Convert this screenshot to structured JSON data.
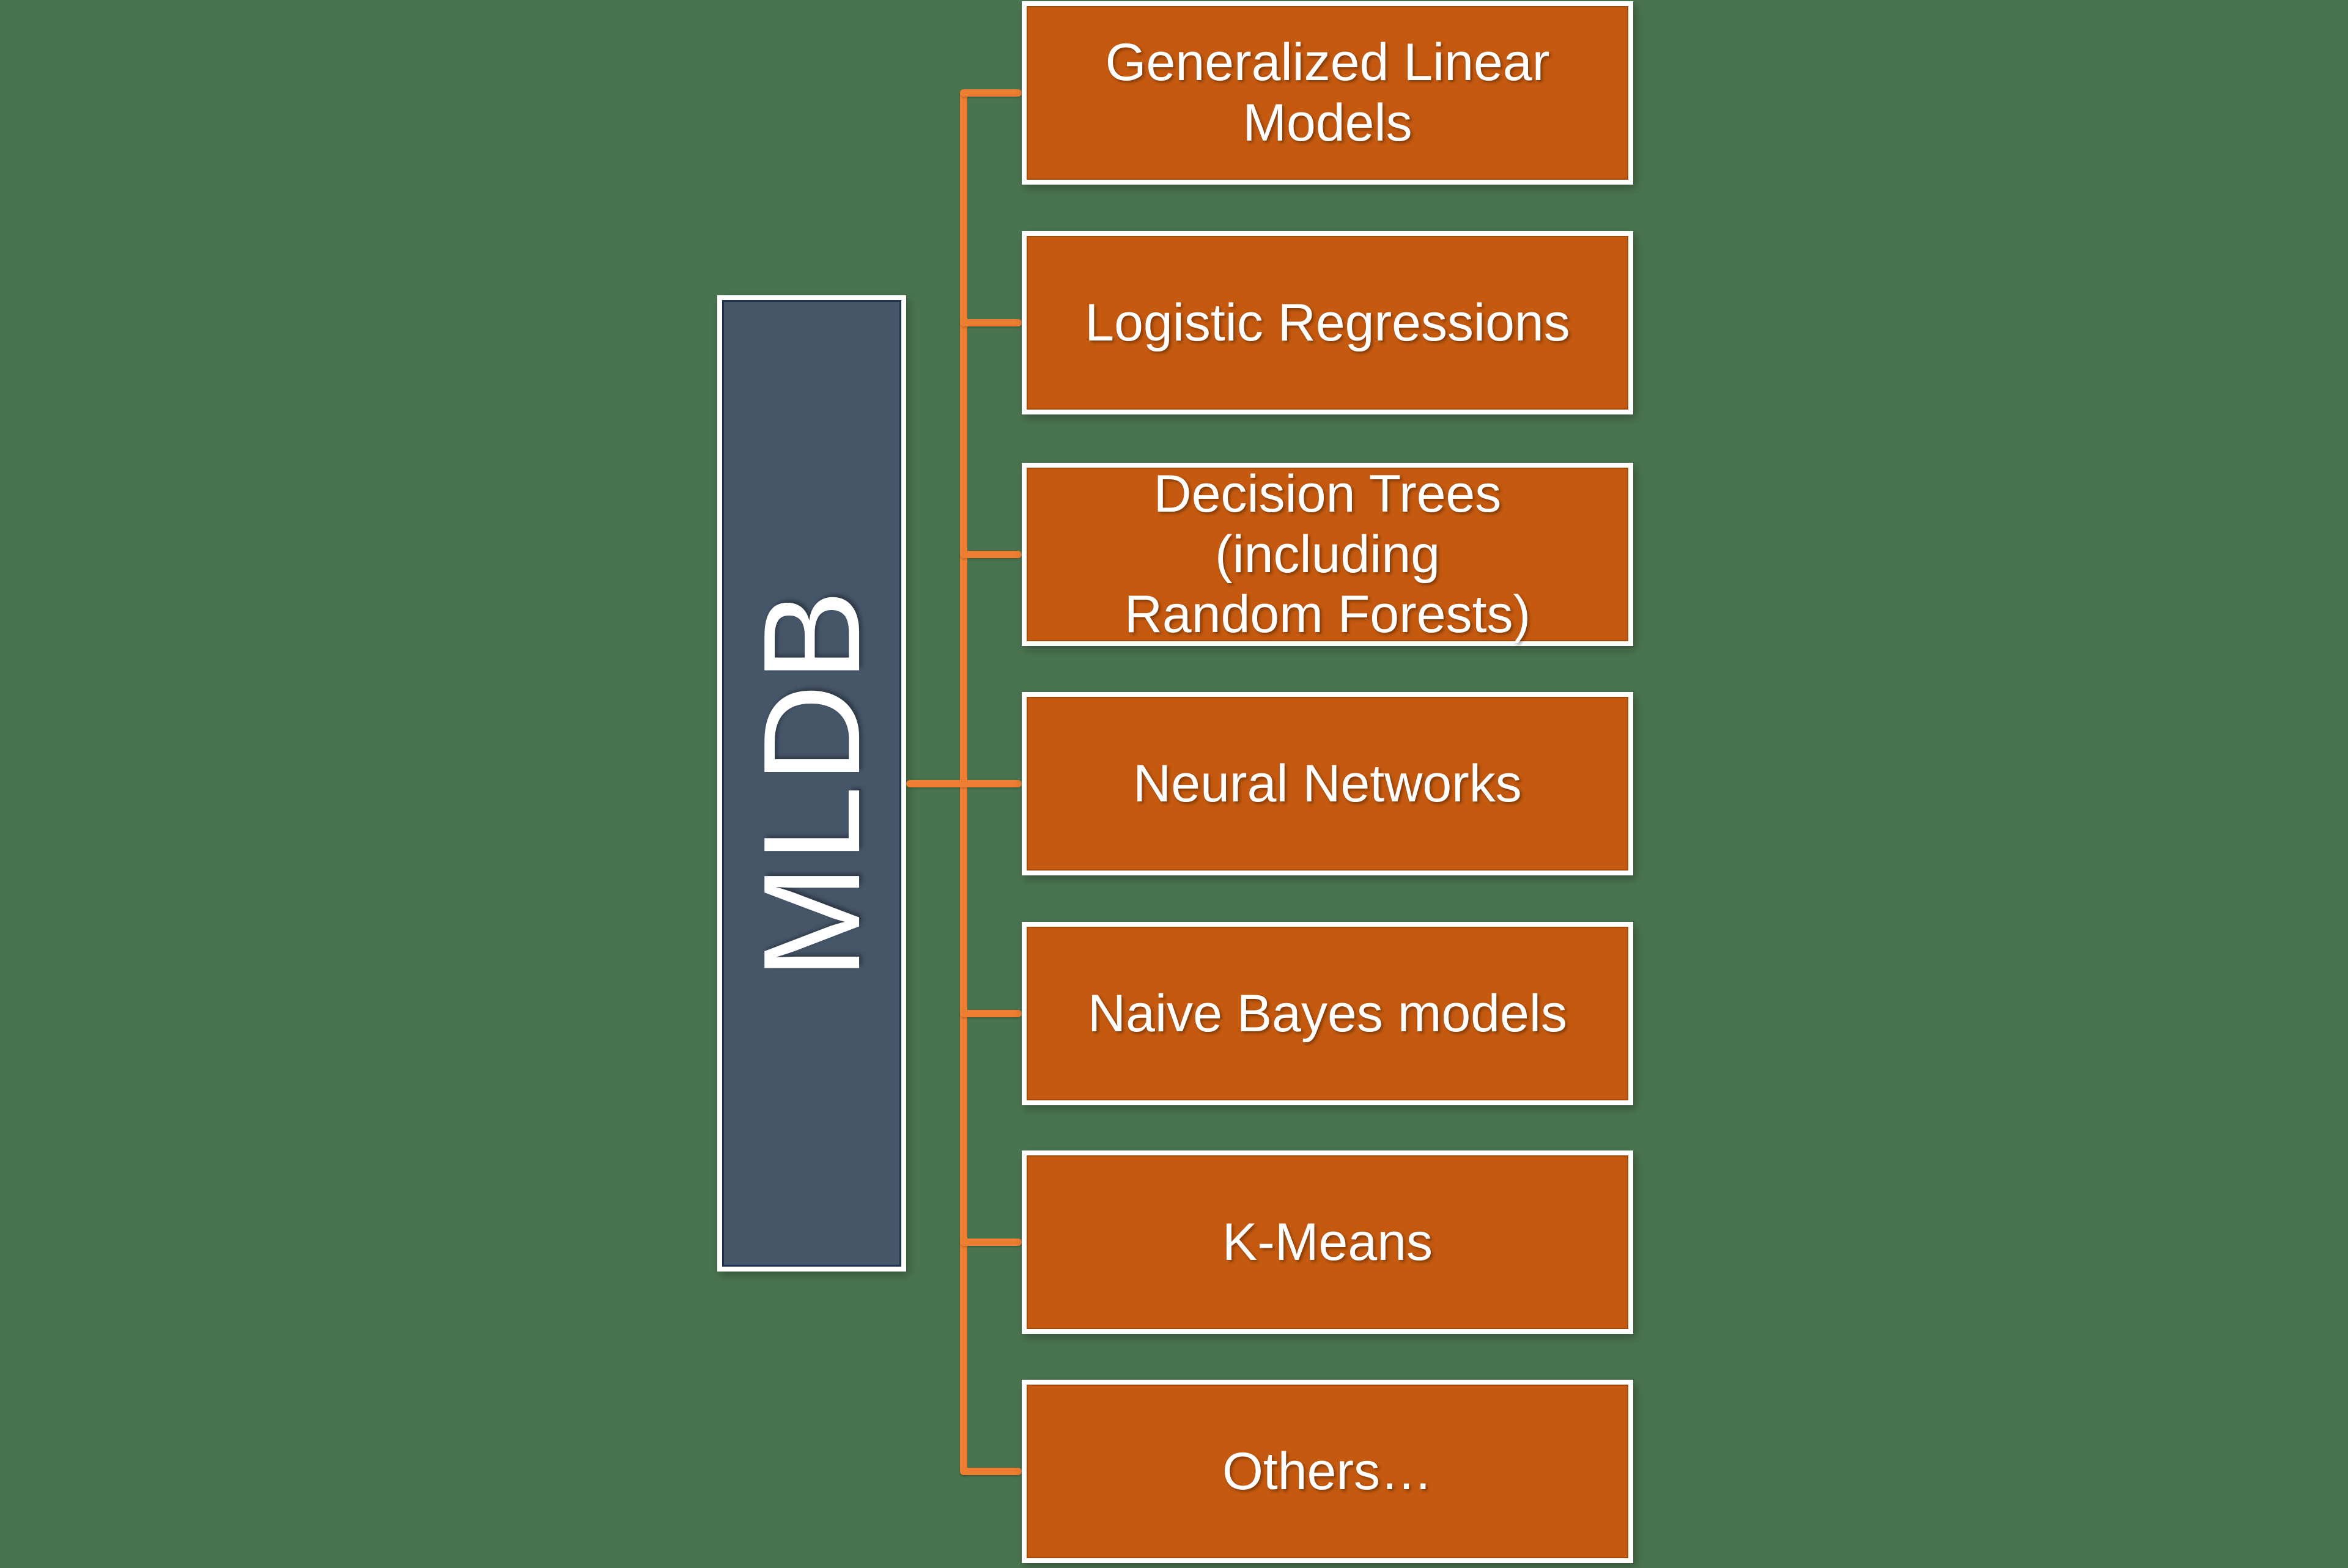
{
  "diagram": {
    "root": {
      "label": "MLDB"
    },
    "children": [
      {
        "label": "Generalized Linear\nModels"
      },
      {
        "label": "Logistic Regressions"
      },
      {
        "label": "Decision Trees (including\nRandom Forests)"
      },
      {
        "label": "Neural Networks"
      },
      {
        "label": "Naive Bayes models"
      },
      {
        "label": "K-Means"
      },
      {
        "label": "Others…"
      }
    ],
    "colors": {
      "background": "#4A744F",
      "root_fill": "#465669",
      "root_inner_stroke": "#1F3150",
      "node_fill": "#C4590F",
      "connector": "#ED7D31",
      "border": "#FFFFFF",
      "text": "#FFFFFF"
    }
  }
}
